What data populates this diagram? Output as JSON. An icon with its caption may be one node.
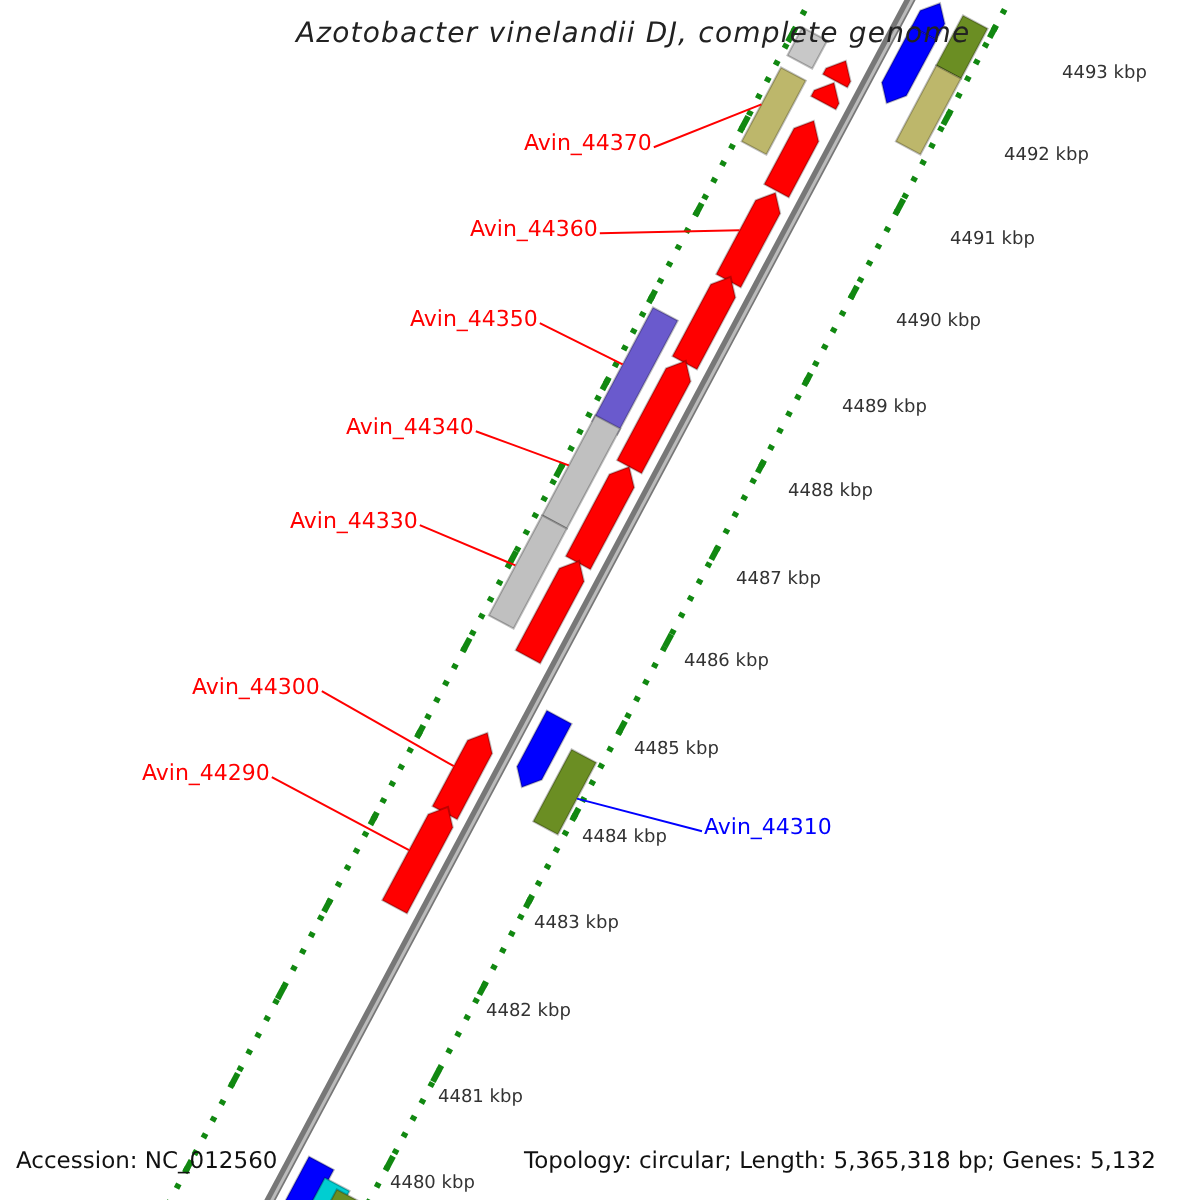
{
  "diagram": {
    "title": "Azotobacter vinelandii DJ, complete genome",
    "nodes": [
      {
        "text": [
          "Avin_44370"
        ]
      },
      {
        "text": [
          "Avin_44360"
        ]
      },
      {
        "text": [
          "Avin_44350"
        ]
      },
      {
        "text": [
          "Avin_44340"
        ]
      },
      {
        "text": [
          "Avin_44330"
        ]
      },
      {
        "text": [
          "Avin_44300"
        ]
      },
      {
        "text": [
          "Avin_44290"
        ]
      },
      {
        "text": [
          "Avin_44310"
        ]
      },
      {
        "text": [],
        "shape": "bar"
      },
      {
        "text": [],
        "shape": "bar"
      },
      {
        "text": [],
        "shape": "bar"
      },
      {
        "text": [],
        "shape": "bar"
      },
      {
        "text": [],
        "shape": "bar"
      },
      {
        "text": [],
        "shape": "bar"
      },
      {
        "text": [],
        "shape": "bar"
      },
      {
        "text": [],
        "shape": "bar"
      },
      {
        "text": [],
        "shape": "bar"
      },
      {
        "text": [],
        "shape": "bar"
      },
      {
        "text": [],
        "shape": "bar"
      },
      {
        "text": [],
        "shape": "bar"
      },
      {
        "text": [],
        "shape": "bar"
      },
      {
        "text": [],
        "shape": "bar"
      },
      {
        "text": [],
        "shape": "bar"
      },
      {
        "text": [],
        "shape": "bar"
      },
      {
        "text": [],
        "shape": "bar"
      },
      {
        "text": [],
        "shape": "bar"
      },
      {
        "text": [],
        "shape": "bar"
      },
      {
        "text": [],
        "shape": "bar"
      },
      {
        "text": [],
        "shape": "bar"
      },
      {
        "text": [],
        "shape": "bar"
      },
      {
        "text": [],
        "shape": "bar"
      },
      {
        "text": [],
        "shape": "bar"
      }
    ],
    "edges": [
      {
        "from": 0,
        "to": 15,
        "arrow": "none"
      },
      {
        "from": 1,
        "to": 17,
        "arrow": "none"
      },
      {
        "from": 2,
        "to": 19,
        "arrow": "none"
      },
      {
        "from": 3,
        "to": 21,
        "arrow": "none"
      },
      {
        "from": 4,
        "to": 23,
        "arrow": "none"
      },
      {
        "from": 5,
        "to": 27,
        "arrow": "none"
      },
      {
        "from": 6,
        "to": 28,
        "arrow": "none"
      },
      {
        "from": 7,
        "to": 26,
        "arrow": "none",
        "color": "#0000ff"
      }
    ],
    "labels": [
      "4493 kbp",
      "4492 kbp",
      "4491 kbp",
      "4490 kbp",
      "4489 kbp",
      "4488 kbp",
      "4487 kbp",
      "4486 kbp",
      "4485 kbp",
      "4484 kbp",
      "4483 kbp",
      "4482 kbp",
      "4481 kbp",
      "4480 kbp",
      "Accession: NC_012560",
      "Topology: circular; Length: 5,365,318 bp; Genes: 5,132"
    ]
  }
}
